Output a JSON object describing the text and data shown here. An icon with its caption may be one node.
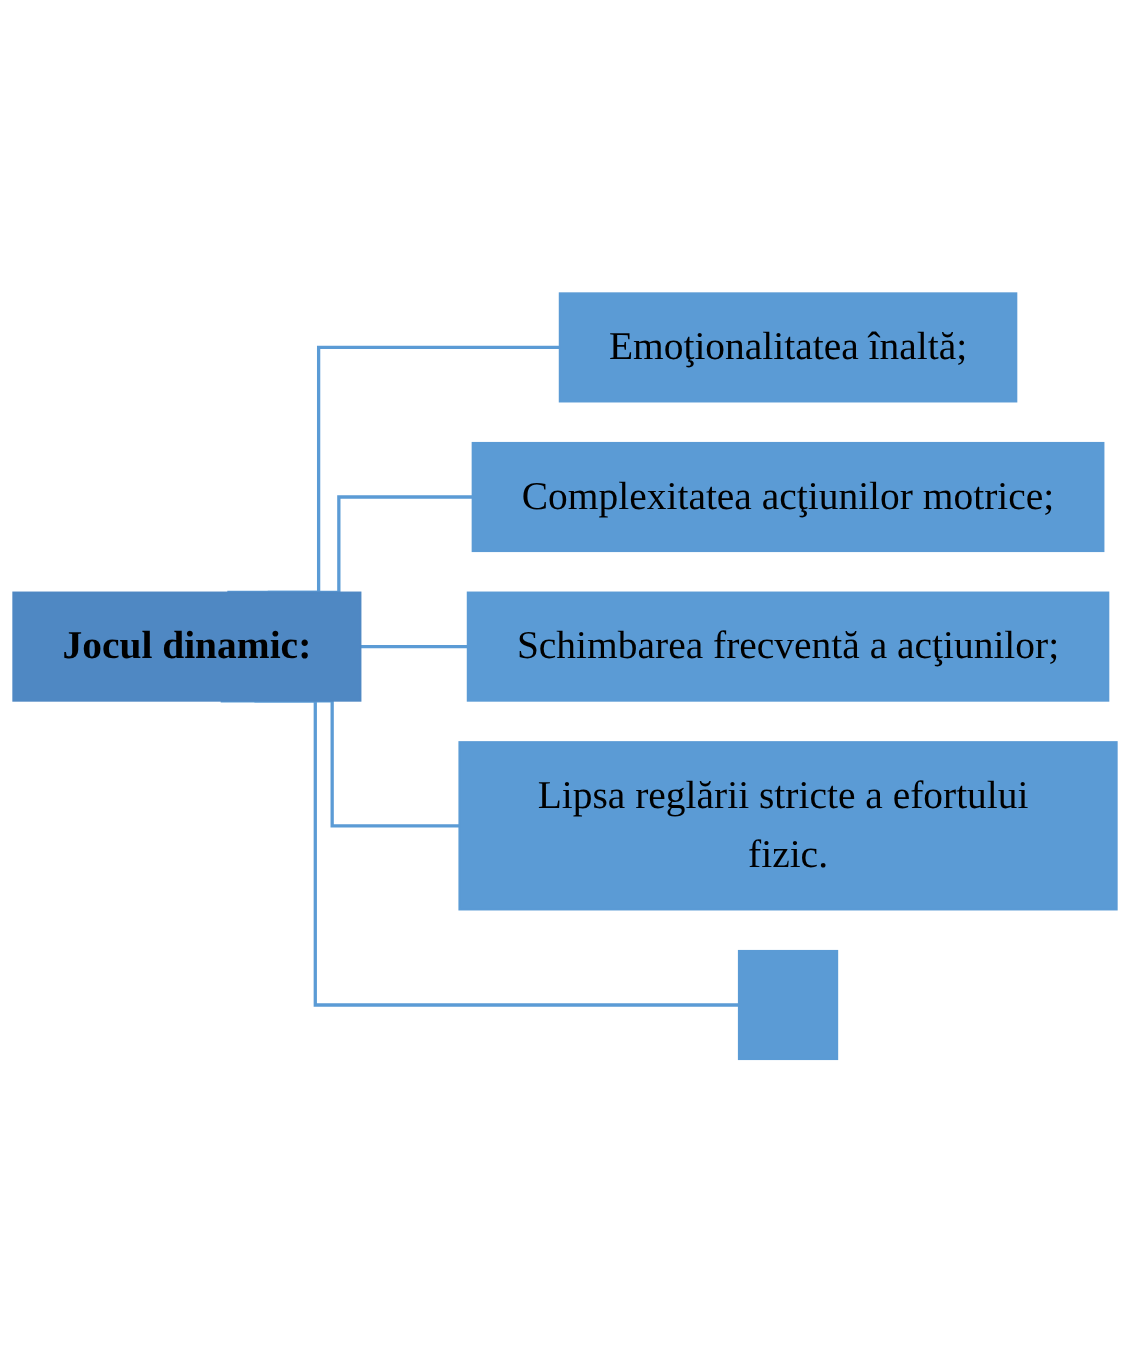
{
  "diagram": {
    "nodes": [
      {
        "text": [
          "Jocul dinamic:"
        ]
      },
      {
        "text": [
          "Emoţionalitatea înaltă;"
        ]
      },
      {
        "text": [
          "Complexitatea acţiunilor motrice;"
        ]
      },
      {
        "text": [
          "Schimbarea frecventă a acţiunilor;"
        ]
      },
      {
        "text": [
          "Lipsa reglării stricte a efortului fizic."
        ]
      },
      {
        "text": [],
        "shape": "box"
      }
    ],
    "edges": [
      {
        "from": 0,
        "to": 1,
        "arrow": "none"
      },
      {
        "from": 0,
        "to": 2,
        "arrow": "none"
      },
      {
        "from": 0,
        "to": 3,
        "arrow": "none"
      },
      {
        "from": 0,
        "to": 4,
        "arrow": "none"
      },
      {
        "from": 0,
        "to": 5,
        "arrow": "none"
      }
    ]
  }
}
